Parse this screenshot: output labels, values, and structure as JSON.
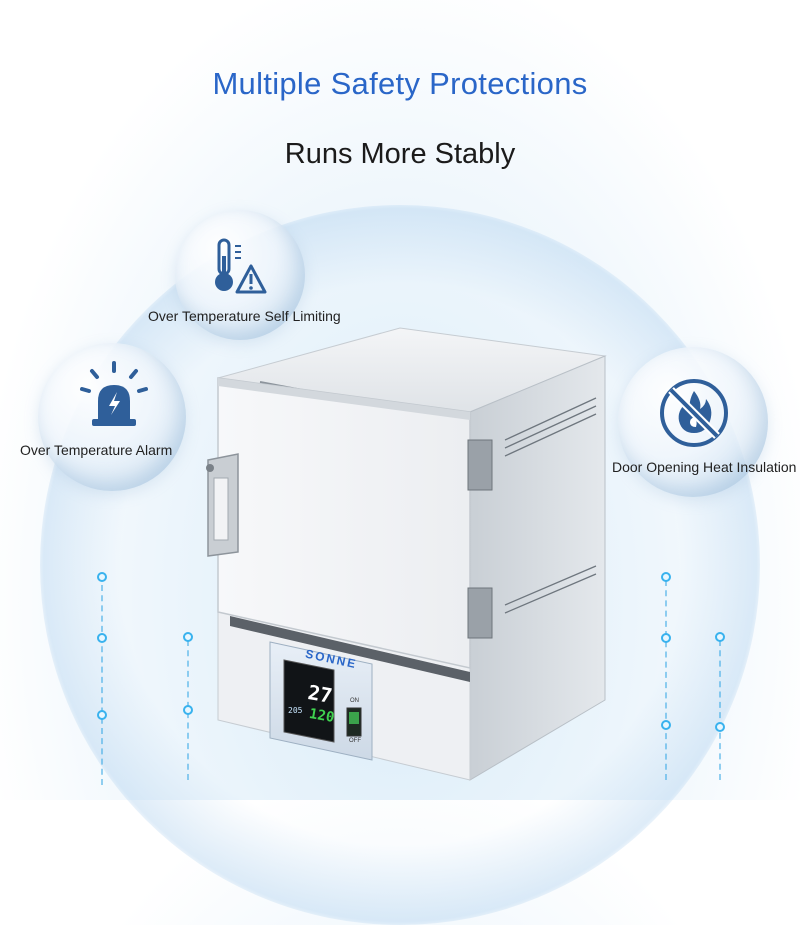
{
  "header": {
    "title": "Multiple Safety Protections",
    "subtitle": "Runs More Stably"
  },
  "features": [
    {
      "label": "Over Temperature Self Limiting",
      "icon": "thermometer-warning-icon"
    },
    {
      "label": "Over Temperature Alarm",
      "icon": "alarm-beacon-icon"
    },
    {
      "label": "Door Opening Heat Insulation",
      "icon": "no-fire-icon"
    }
  ],
  "controller": {
    "brand": "SONNE",
    "temp_current": "27",
    "temp_small": "205",
    "temp_set": "120",
    "switch_on": "ON",
    "switch_off": "OFF"
  },
  "colors": {
    "title": "#2a66c8",
    "accent_blue": "#2f5f9a",
    "glow": "#39b2ee"
  }
}
